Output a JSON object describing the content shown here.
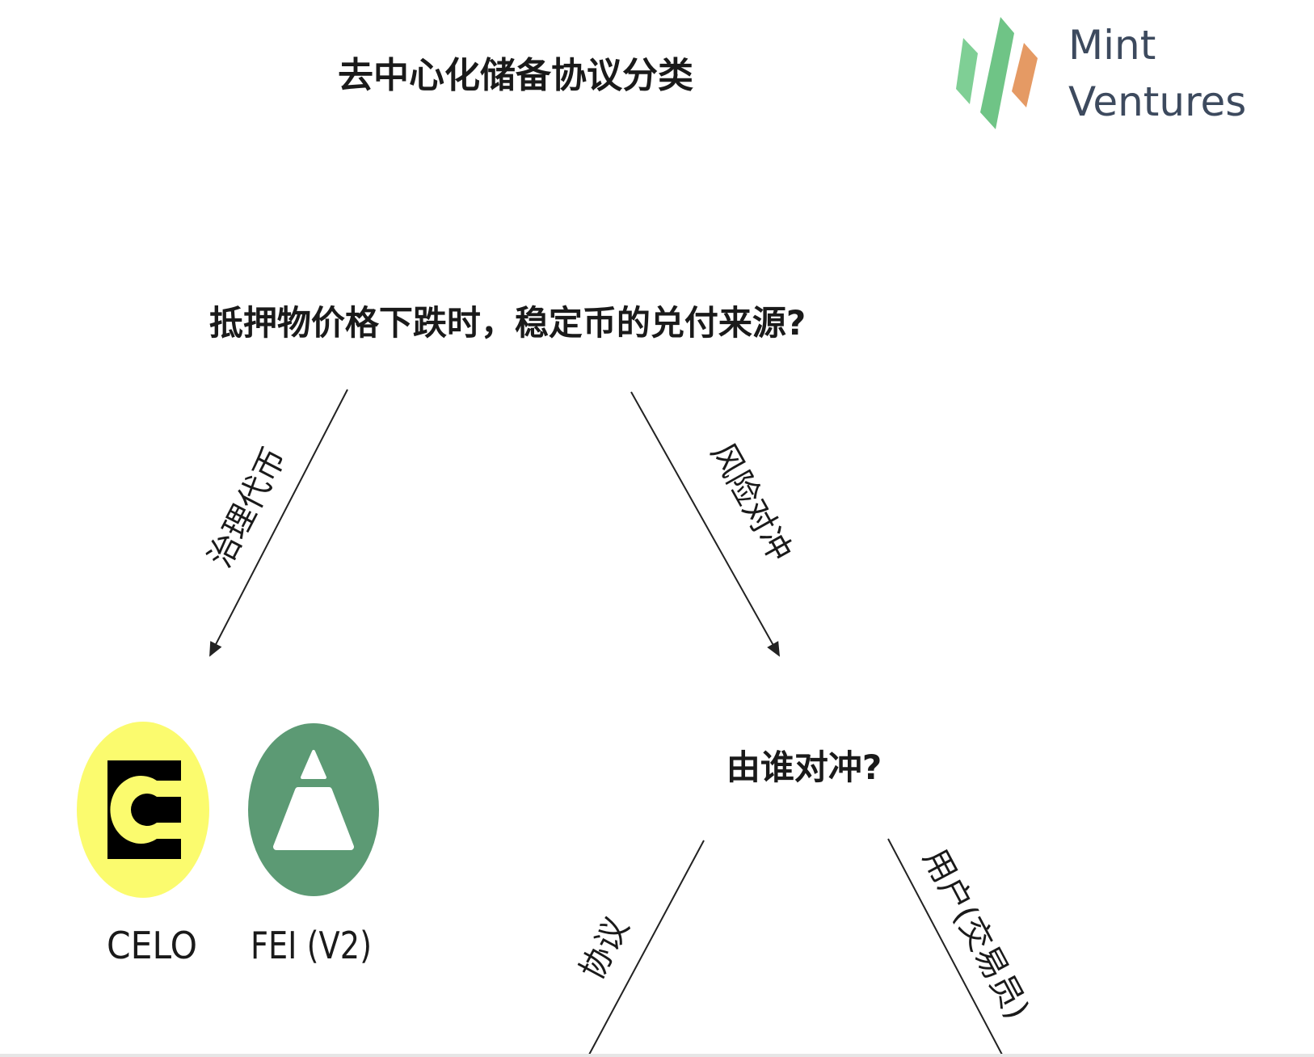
{
  "title": "去中心化储备协议分类",
  "logo": {
    "line1": "Mint",
    "line2": "Ventures",
    "green": "#7fcf95",
    "orange": "#e59a64",
    "text_color": "#3d4a5e"
  },
  "question": "抵押物价格下跌时，稳定币的兑付来源?",
  "branches": {
    "left_label": "治理代币",
    "right_label": "风险对冲"
  },
  "examples": [
    {
      "name": "CELO",
      "color": "#fbfb6e",
      "icon": "celo-logo"
    },
    {
      "name": "FEI (V2)",
      "color": "#5c9a74",
      "icon": "fei-logo"
    }
  ],
  "sub_question": "由谁对冲?",
  "sub_branches": {
    "left_label": "协议",
    "right_label": "用户(交易员)"
  }
}
